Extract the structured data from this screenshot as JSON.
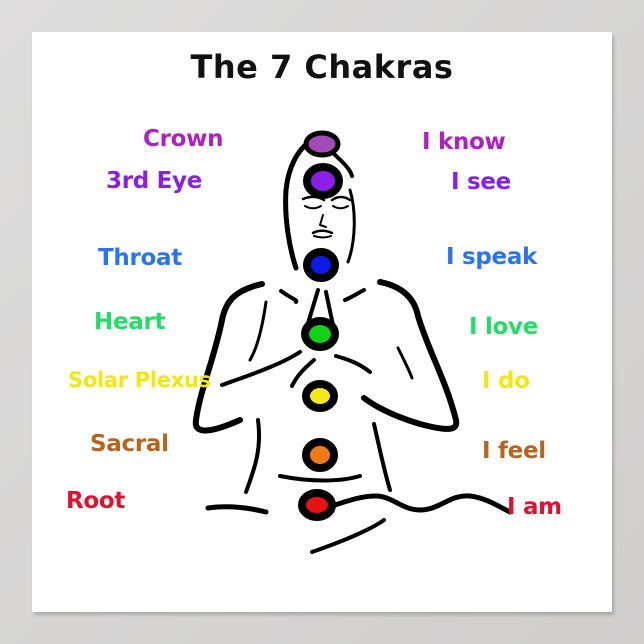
{
  "poster": {
    "title": "The 7 Chakras",
    "chakras": [
      {
        "name": "Crown",
        "affirmation": "I know",
        "color": "#b01fc3"
      },
      {
        "name": "3rd Eye",
        "affirmation": "I see",
        "color": "#8a1ee8"
      },
      {
        "name": "Throat",
        "affirmation": "I speak",
        "color": "#2b74f0"
      },
      {
        "name": "Heart",
        "affirmation": "I love",
        "color": "#22dd66"
      },
      {
        "name": "Solar Plexus",
        "affirmation": "I do",
        "color": "#f2e80e"
      },
      {
        "name": "Sacral",
        "affirmation": "I feel",
        "color": "#b5651d"
      },
      {
        "name": "Root",
        "affirmation": "I am",
        "color": "#e5102e"
      }
    ],
    "dot_colors": {
      "crown": "#a24bb8",
      "third_eye": "#8d1eea",
      "throat": "#0c1be8",
      "heart": "#11d214",
      "solar_plexus": "#f3e81a",
      "sacral": "#f07a12",
      "root": "#e81212"
    }
  }
}
